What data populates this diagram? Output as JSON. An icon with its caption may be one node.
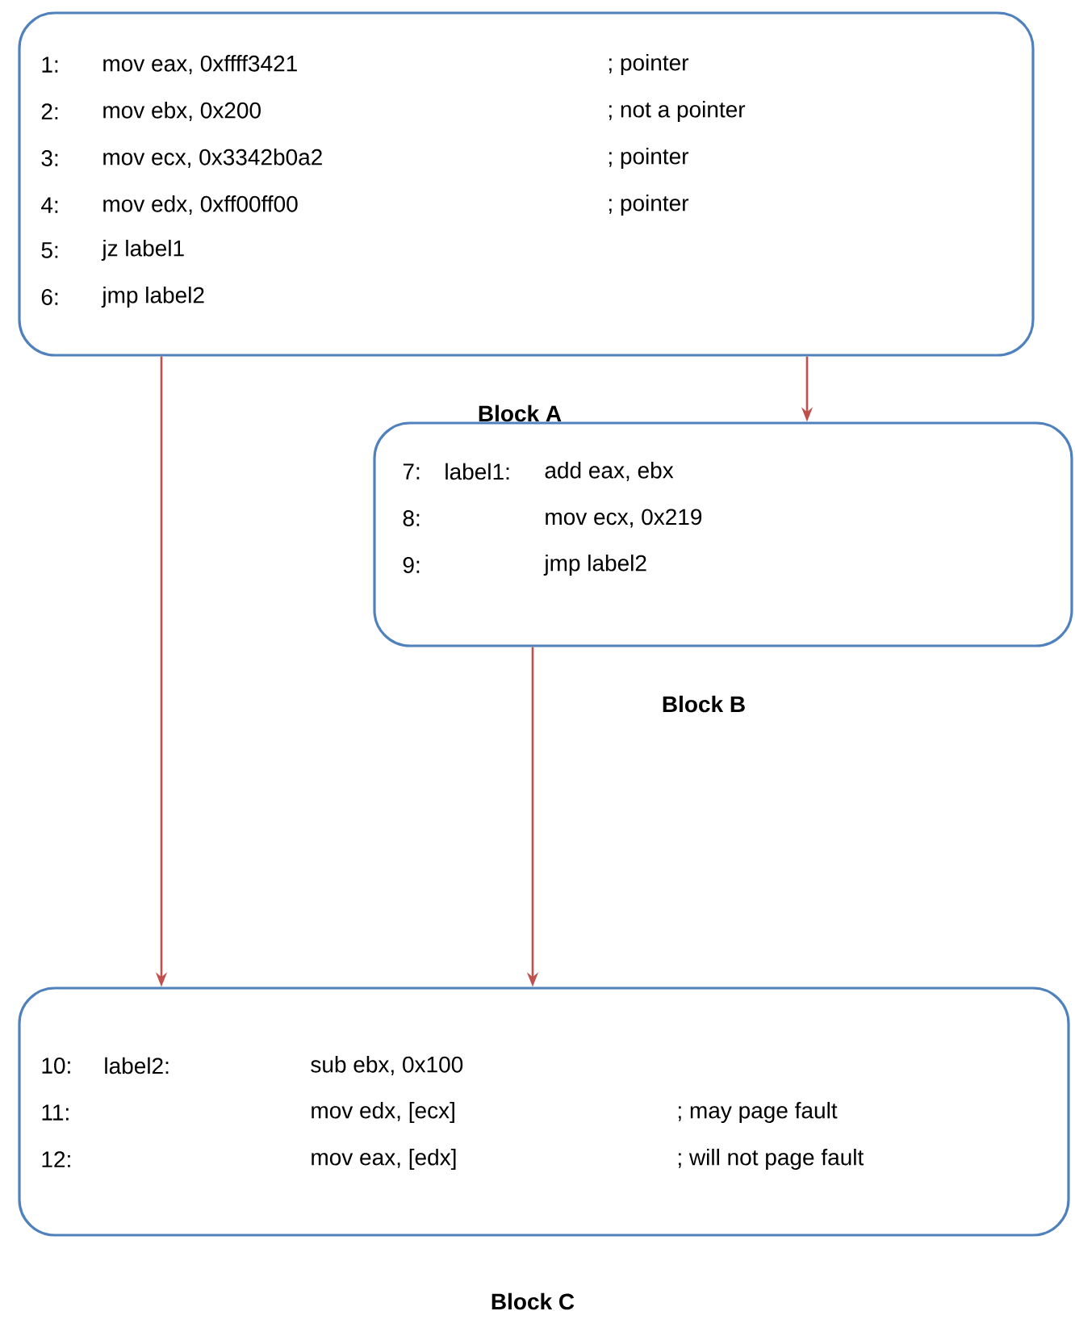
{
  "diagram": {
    "nodes": [
      {
        "text": [
          "1:",
          "mov eax, 0xffff3421",
          "; pointer",
          "2:",
          "mov ebx, 0x200",
          "; not a pointer",
          "3:",
          "mov ecx, 0x3342b0a2",
          "; pointer",
          "4:",
          "mov edx, 0xff00ff00",
          "; pointer",
          "5:",
          "jz label1",
          "6:",
          "jmp label2",
          "Block A"
        ]
      },
      {
        "text": [
          "7:",
          "label1:",
          "add eax, ebx",
          "8:",
          "mov ecx, 0x219",
          "9:",
          "jmp label2",
          "Block B"
        ]
      },
      {
        "text": [
          "10:",
          "label2:",
          "sub ebx, 0x100",
          "11:",
          "mov edx, [ecx]",
          "; may page fault",
          "12:",
          "mov eax, [edx]",
          "; will not page fault",
          "Block C"
        ]
      }
    ],
    "edges": [
      {
        "from": 0,
        "to": 2,
        "arrow": "to"
      },
      {
        "from": 0,
        "to": 1,
        "arrow": "to"
      },
      {
        "from": 1,
        "to": 2,
        "arrow": "to"
      }
    ]
  }
}
